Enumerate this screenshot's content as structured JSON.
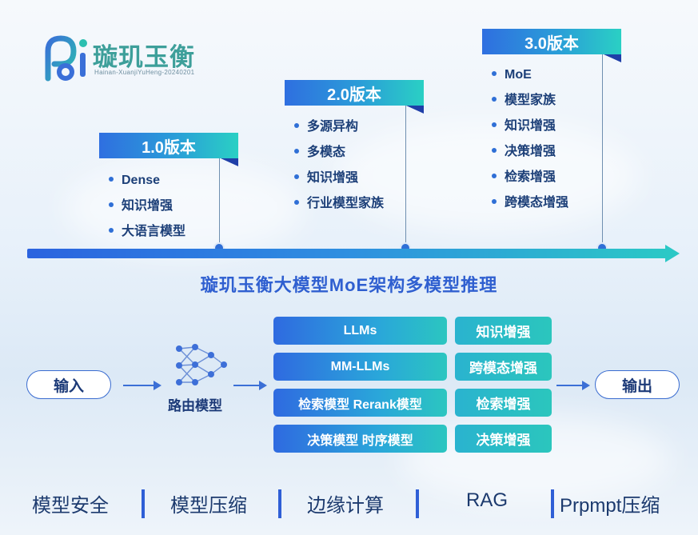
{
  "logo": {
    "name": "璇玑玉衡",
    "subtitle": "Hainan-XuanjiYuHeng-20240201"
  },
  "versions": [
    {
      "label": "1.0版本",
      "items": [
        "Dense",
        "知识增强",
        "大语言模型"
      ]
    },
    {
      "label": "2.0版本",
      "items": [
        "多源异构",
        "多模态",
        "知识增强",
        "行业模型家族"
      ]
    },
    {
      "label": "3.0版本",
      "items": [
        "MoE",
        "模型家族",
        "知识增强",
        "决策增强",
        "检索增强",
        "跨模态增强"
      ]
    }
  ],
  "main_title": "璇玑玉衡大模型MoE架构多模型推理",
  "flow": {
    "input": "输入",
    "router": "路由模型",
    "output": "输出",
    "models": [
      "LLMs",
      "MM-LLMs",
      "检索模型 Rerank模型",
      "决策模型 时序模型"
    ],
    "enhancements": [
      "知识增强",
      "跨模态增强",
      "检索增强",
      "决策增强"
    ]
  },
  "bottom": [
    "模型安全",
    "模型压缩",
    "边缘计算",
    "RAG",
    "Prpmpt压缩"
  ],
  "colors": {
    "accent_blue": "#2f6fd6",
    "accent_teal": "#2bc8c6",
    "text_dark": "#1c3f78",
    "logo_teal": "#3d9f9a"
  }
}
